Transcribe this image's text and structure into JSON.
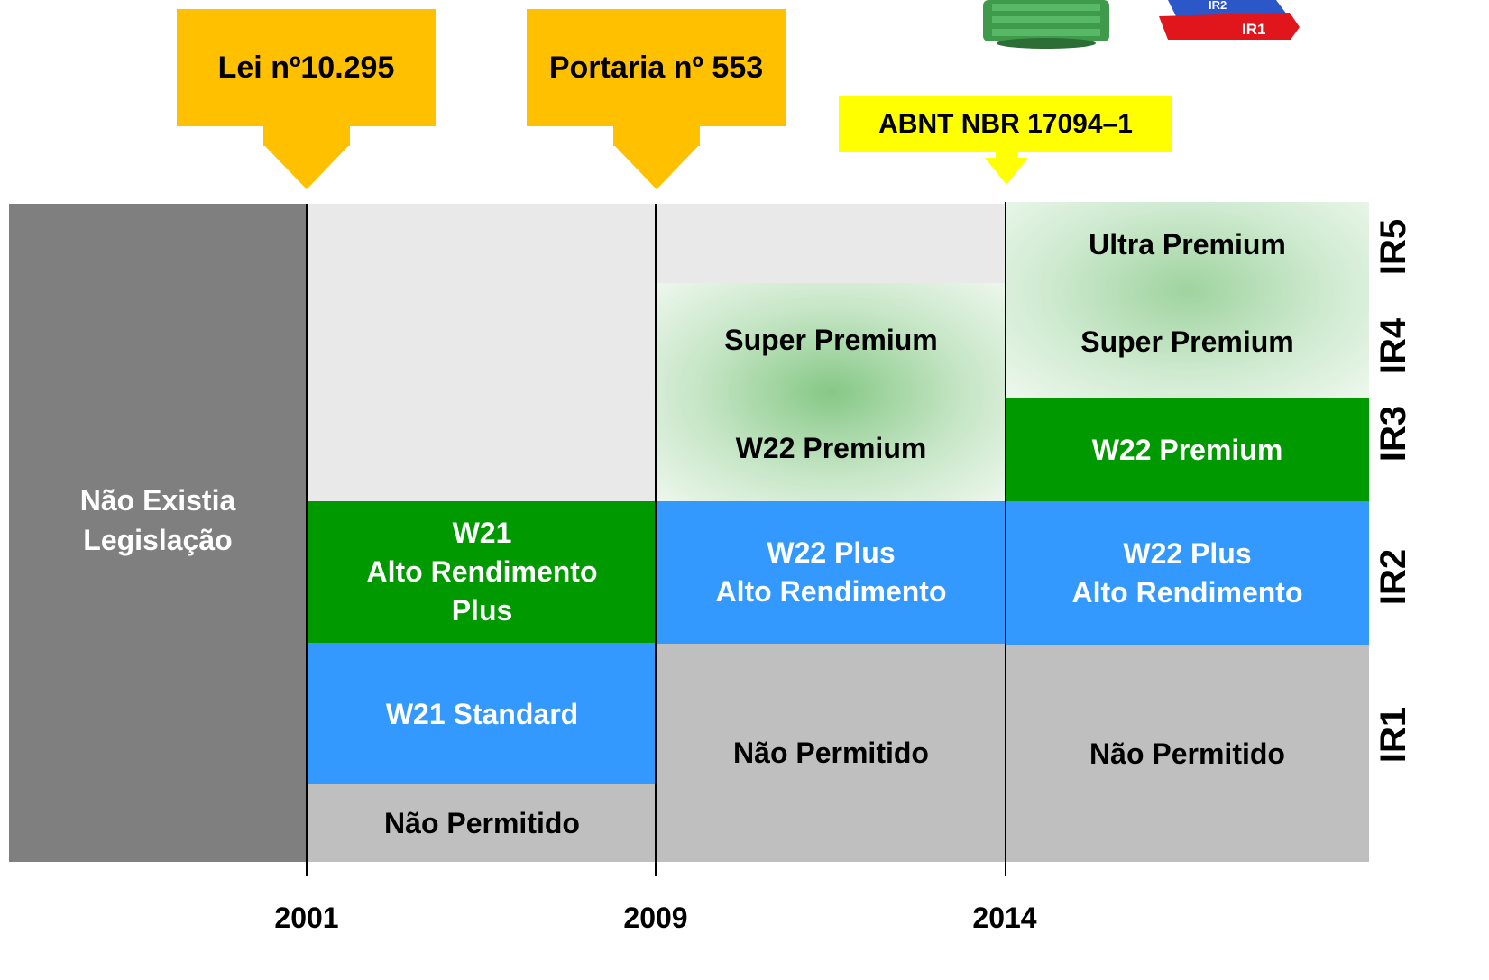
{
  "callouts": {
    "law_2001": "Lei nº10.295",
    "portaria_2009": "Portaria nº 553",
    "abnt_2014": "ABNT NBR 17094–1"
  },
  "top_graphic": {
    "label_ir2": "IR2",
    "label_ir1": "IR1"
  },
  "period_before_2001": {
    "label": "Não Existia\nLegislação"
  },
  "period_2001_2009": {
    "ir2": "W21\nAlto Rendimento\nPlus",
    "ir1_standard": "W21 Standard",
    "below_ir1": "Não Permitido"
  },
  "period_2009_2014": {
    "ir4": "Super Premium",
    "ir3": "W22 Premium",
    "ir2": "W22 Plus\nAlto Rendimento",
    "ir1": "Não Permitido"
  },
  "period_2014": {
    "ir5": "Ultra Premium",
    "ir4": "Super Premium",
    "ir3": "W22 Premium",
    "ir2": "W22 Plus\nAlto Rendimento",
    "ir1": "Não Permitido"
  },
  "efficiency_levels": [
    "IR5",
    "IR4",
    "IR3",
    "IR2",
    "IR1"
  ],
  "years": [
    "2001",
    "2009",
    "2014"
  ],
  "colors": {
    "dark_gray": "#7f7f7f",
    "light_gray": "#e9e9e9",
    "medium_gray": "#bfbfbf",
    "green": "#009900",
    "blue": "#3399ff",
    "callout_orange": "#ffc000",
    "callout_yellow": "#ffff00"
  }
}
